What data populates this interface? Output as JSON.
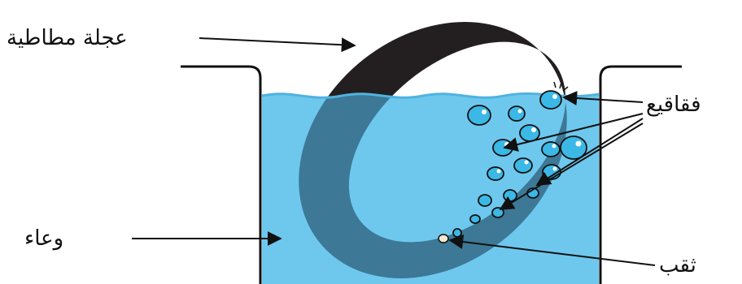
{
  "labels": {
    "tire": "عجلة مطاطية",
    "bubbles": "فقاقيع",
    "container": "وعاء",
    "hole": "ثقب"
  },
  "colors": {
    "water": "#6ec8ee",
    "water_surface": "#4fb3e0",
    "tire_above": "#231f20",
    "tire_submerged": "#3d7896",
    "bubble": "#3bb8e6",
    "outline": "#111111"
  }
}
